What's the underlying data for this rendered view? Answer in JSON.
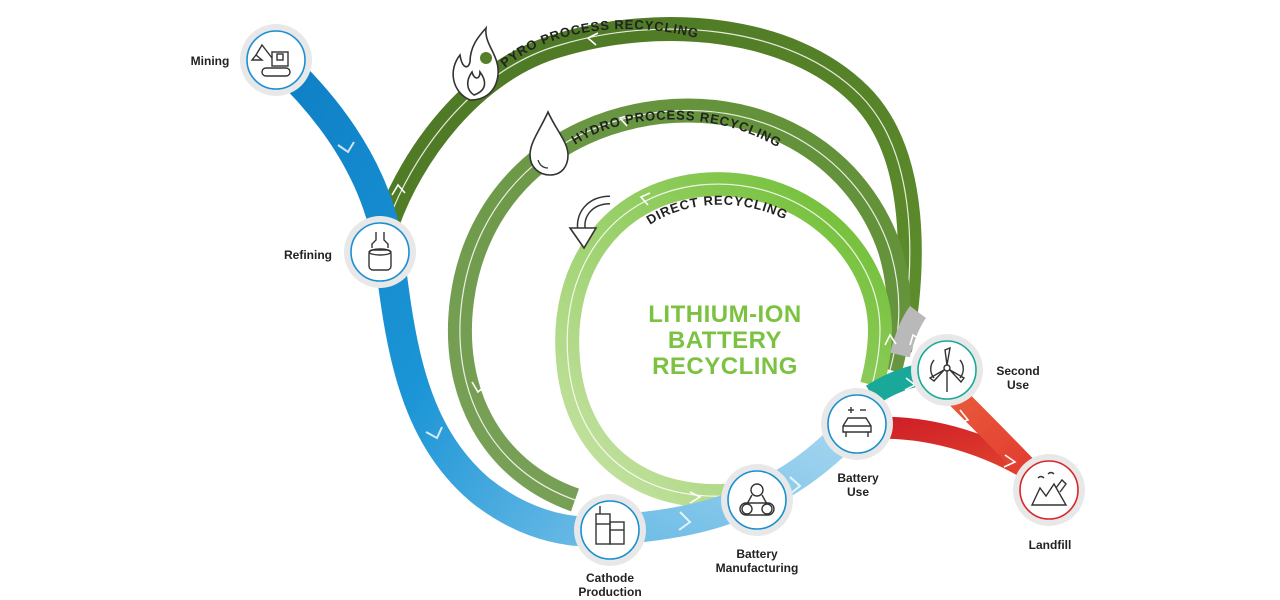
{
  "title": {
    "line1": "LITHIUM-ION",
    "line2": "BATTERY",
    "line3": "RECYCLING"
  },
  "stages": {
    "mining": "Mining",
    "refining": "Refining",
    "cathode_line1": "Cathode",
    "cathode_line2": "Production",
    "manufacturing_line1": "Battery",
    "manufacturing_line2": "Manufacturing",
    "battery_use_line1": "Battery",
    "battery_use_line2": "Use",
    "second_use_line1": "Second",
    "second_use_line2": "Use",
    "landfill": "Landfill"
  },
  "loops": {
    "pyro": "PYRO PROCESS RECYCLING",
    "hydro": "HYDRO PROCESS RECYCLING",
    "direct": "DIRECT RECYCLING"
  },
  "icons": {
    "mining": "excavator-icon",
    "refining": "crucible-icon",
    "cathode": "storage-tank-icon",
    "manufacturing": "conveyor-icon",
    "battery_use": "electric-car-icon",
    "second_use": "wind-turbine-icon",
    "landfill": "landfill-icon",
    "pyro": "flame-icon",
    "hydro": "water-drop-icon",
    "direct": "cycle-arrow-icon"
  },
  "colors": {
    "supply_chain": "#1a8fd0",
    "pyro": "#567f2a",
    "hydro": "#6f9a45",
    "direct": "#7cc242",
    "second_use": "#1aa89a",
    "landfill": "#d8262a",
    "title": "#7cc242"
  }
}
